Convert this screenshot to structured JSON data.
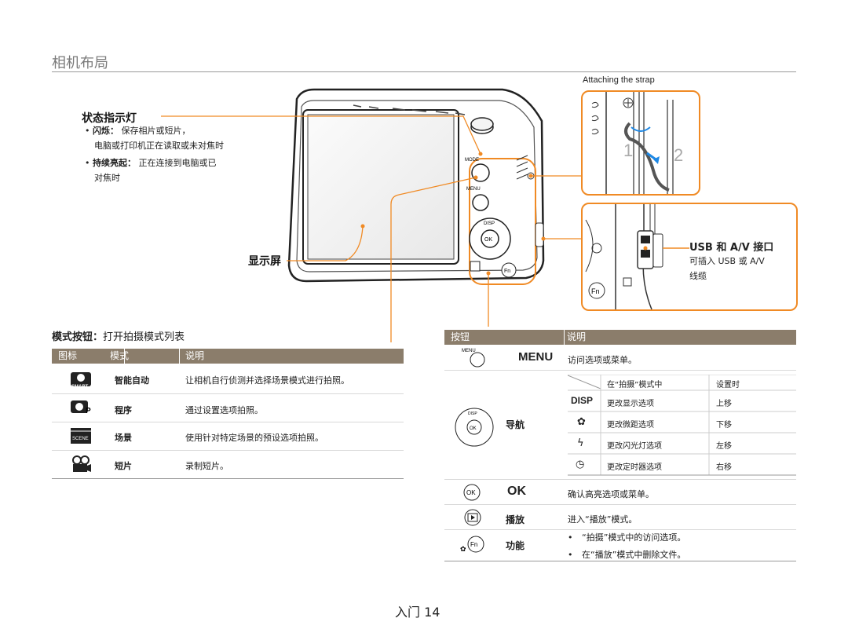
{
  "page": {
    "title": "相机布局",
    "footer": "入门 14"
  },
  "strap": {
    "caption": "Attaching the strap",
    "step1": "1",
    "step2": "2"
  },
  "status_lamp": {
    "title": "状态指示灯",
    "bullets": [
      {
        "term": "闪烁：",
        "text": "保存相片或短片，",
        "cont": "电脑或打印机正在读取或未对焦时"
      },
      {
        "term": "持续亮起：",
        "text": "正在连接到电脑或已",
        "cont": "对焦时"
      }
    ]
  },
  "display": {
    "label": "显示屏"
  },
  "usb": {
    "title": "USB 和 A/V 接口",
    "desc1": "可插入 USB 或 A/V",
    "desc2": "线缆"
  },
  "camera_labels": {
    "mode": "MODE",
    "menu": "MENU",
    "disp": "DISP",
    "ok": "OK",
    "fn": "Fn"
  },
  "mode_button": {
    "title": "模式按钮：",
    "title_desc": "打开拍摄模式列表",
    "headers": [
      "图标",
      "模式",
      "说明"
    ],
    "rows": [
      {
        "icon": "smart-auto-icon",
        "mode": "智能自动",
        "desc": "让相机自行侦测并选择场景模式进行拍照。"
      },
      {
        "icon": "program-icon",
        "mode": "程序",
        "desc": "通过设置选项拍照。"
      },
      {
        "icon": "scene-icon",
        "mode": "场景",
        "desc": "使用针对特定场景的预设选项拍照。"
      },
      {
        "icon": "movie-icon",
        "mode": "短片",
        "desc": "录制短片。"
      }
    ]
  },
  "buttons_table": {
    "headers": [
      "按钮",
      "说明"
    ],
    "menu": {
      "name": "MENU",
      "desc": "访问选项或菜单。"
    },
    "nav": {
      "name": "导航",
      "sub_headers": [
        "在“拍摄”模式中",
        "设置时"
      ],
      "rows": [
        {
          "icon": "DISP",
          "a": "更改显示选项",
          "b": "上移"
        },
        {
          "icon": "macro-icon",
          "a": "更改微距选项",
          "b": "下移"
        },
        {
          "icon": "flash-icon",
          "a": "更改闪光灯选项",
          "b": "左移"
        },
        {
          "icon": "timer-icon",
          "a": "更改定时器选项",
          "b": "右移"
        }
      ]
    },
    "ok": {
      "name": "OK",
      "desc": "确认高亮选项或菜单。"
    },
    "play": {
      "name": "播放",
      "desc": "进入“播放”模式。"
    },
    "fn": {
      "name": "功能",
      "desc1": "“拍摄”模式中的访问选项。",
      "desc2": "在“播放”模式中删除文件。"
    }
  },
  "colors": {
    "accent": "#f08a24",
    "header": "#8b7d6b"
  }
}
